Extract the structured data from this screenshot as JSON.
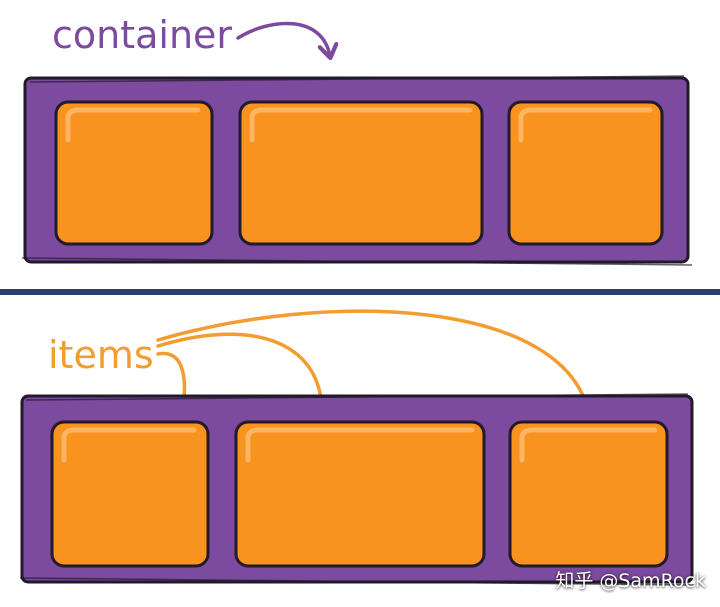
{
  "labels": {
    "container": "container",
    "items": "items"
  },
  "watermark": "知乎 @SamRock",
  "colors": {
    "container_fill": "#7c4a9e",
    "container_outline": "#221a2a",
    "item_fill": "#f7931e",
    "item_highlight": "#fbb96a",
    "item_outline": "#221a2a",
    "container_label": "#7c4a9e",
    "items_label": "#f39c2f",
    "divider": "#2a3f6b"
  },
  "panels": [
    {
      "name": "container-panel",
      "label_key": "container",
      "item_count": 3
    },
    {
      "name": "items-panel",
      "label_key": "items",
      "item_count": 3
    }
  ]
}
